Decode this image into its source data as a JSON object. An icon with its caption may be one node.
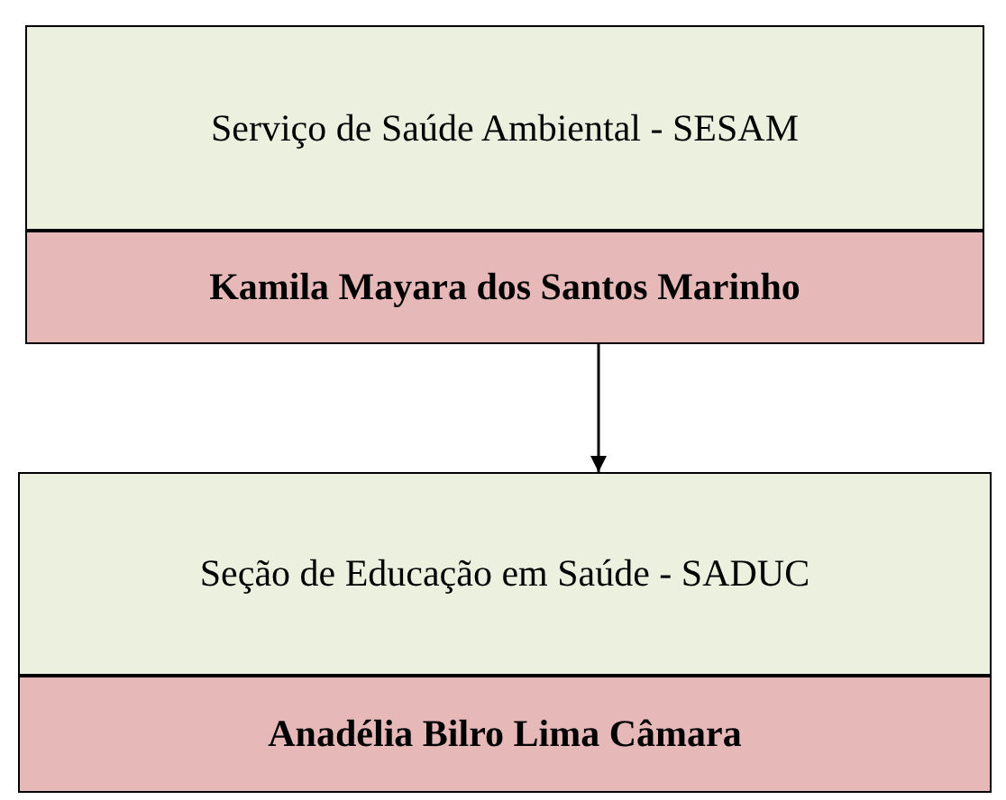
{
  "diagram": {
    "nodes": [
      {
        "text": [
          "Serviço de Saúde Ambiental - SESAM"
        ]
      },
      {
        "text": [
          "Kamila Mayara dos Santos Marinho"
        ]
      },
      {
        "text": [
          "Seção de Educação em Saúde - SADUC"
        ]
      },
      {
        "text": [
          "Anadélia Bilro Lima Câmara"
        ]
      }
    ],
    "edges": [
      {
        "from": 1,
        "to": 2,
        "arrow": "to"
      }
    ]
  }
}
